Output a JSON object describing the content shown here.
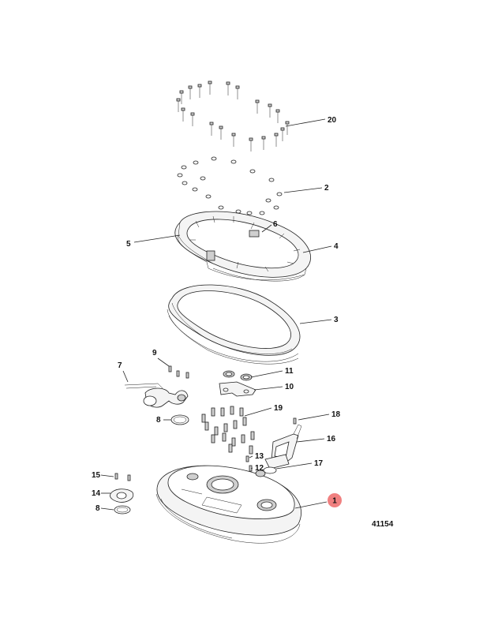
{
  "diagram": {
    "drawing_number": "41154",
    "highlight_color": "#f08080",
    "callouts": [
      {
        "id": "20",
        "label": "20"
      },
      {
        "id": "2",
        "label": "2"
      },
      {
        "id": "6",
        "label": "6"
      },
      {
        "id": "5",
        "label": "5"
      },
      {
        "id": "4",
        "label": "4"
      },
      {
        "id": "3",
        "label": "3"
      },
      {
        "id": "9",
        "label": "9"
      },
      {
        "id": "7",
        "label": "7"
      },
      {
        "id": "11",
        "label": "11"
      },
      {
        "id": "10",
        "label": "10"
      },
      {
        "id": "8a",
        "label": "8"
      },
      {
        "id": "19",
        "label": "19"
      },
      {
        "id": "18",
        "label": "18"
      },
      {
        "id": "16",
        "label": "16"
      },
      {
        "id": "13",
        "label": "13"
      },
      {
        "id": "12",
        "label": "12"
      },
      {
        "id": "17",
        "label": "17"
      },
      {
        "id": "15",
        "label": "15"
      },
      {
        "id": "14",
        "label": "14"
      },
      {
        "id": "8b",
        "label": "8"
      },
      {
        "id": "1",
        "label": "1",
        "highlighted": true
      }
    ]
  }
}
